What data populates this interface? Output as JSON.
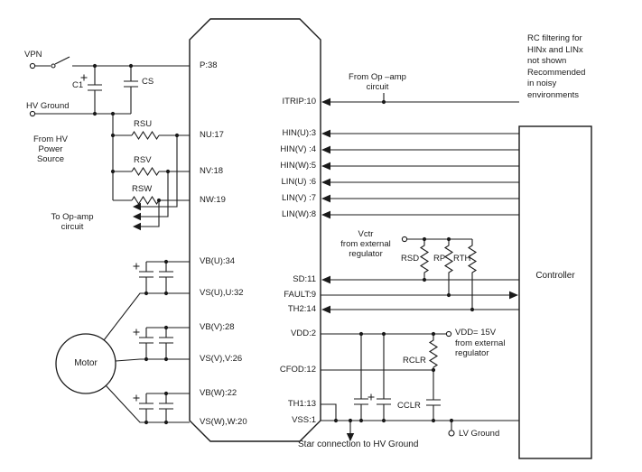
{
  "left": {
    "vpn": "VPN",
    "hv_ground": "HV Ground",
    "from_hv_power": [
      "From HV",
      "Power",
      "Source"
    ],
    "to_opamp": [
      "To Op-amp",
      "circuit"
    ],
    "c1": "C1",
    "cs": "CS",
    "rsu": "RSU",
    "rsv": "RSV",
    "rsw": "RSW",
    "motor": "Motor"
  },
  "ic": {
    "left_pins": [
      "P:38",
      "NU:17",
      "NV:18",
      "NW:19",
      "VB(U):34",
      "VS(U),U:32",
      "VB(V):28",
      "VS(V),V:26",
      "VB(W):22",
      "VS(W),W:20"
    ],
    "right_pins": [
      "ITRIP:10",
      "HIN(U):3",
      "HIN(V) :4",
      "HIN(W):5",
      "LIN(U) :6",
      "LIN(V) :7",
      "LIN(W):8",
      "SD:11",
      "FAULT:9",
      "TH2:14",
      "VDD:2",
      "CFOD:12",
      "TH1:13",
      "VSS:1"
    ]
  },
  "right": {
    "from_opamp": [
      "From Op –amp",
      "circuit"
    ],
    "rc_note": [
      "RC filtering for",
      "HINx and LINx",
      "not shown",
      "Recommended",
      "in noisy",
      "environments"
    ],
    "vctr_note": [
      "Vctr",
      "from external",
      "regulator"
    ],
    "rsd": "RSD",
    "rp": "RP",
    "rth": "RTH",
    "controller": "Controller",
    "vdd_note": [
      "VDD= 15V",
      "from external",
      "regulator"
    ],
    "rclr": "RCLR",
    "cclr": "CCLR",
    "lv_ground": "LV Ground",
    "star_note": "Star connection to HV Ground"
  }
}
